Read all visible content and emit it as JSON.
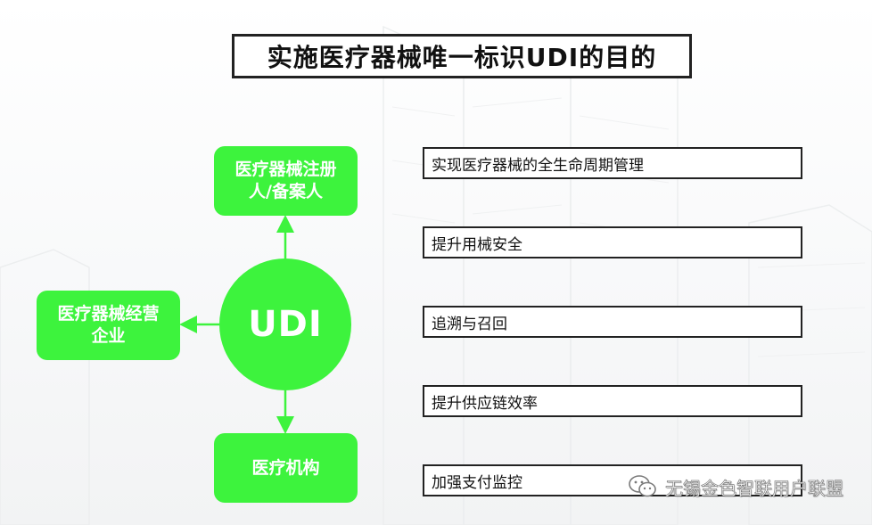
{
  "title": "实施医疗器械唯一标识UDI的目的",
  "center": {
    "label": "UDI"
  },
  "nodes": {
    "top": {
      "line1": "医疗器械注册",
      "line2": "人/备案人"
    },
    "left": {
      "line1": "医疗器械经营",
      "line2": "企业"
    },
    "bottom": {
      "line1": "医疗机构"
    }
  },
  "purposes": [
    "实现医疗器械的全生命周期管理",
    "提升用械安全",
    "追溯与召回",
    "提升供应链效率",
    "加强支付监控"
  ],
  "watermark": {
    "text": "无锡金色智联用户联盟",
    "icon": "wechat-icon"
  },
  "colors": {
    "green": "#3df33d",
    "border": "#222222",
    "arrow": "#3df33d"
  }
}
